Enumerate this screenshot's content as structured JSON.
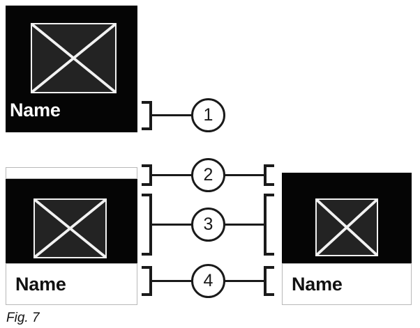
{
  "figure": {
    "caption": "Fig. 7",
    "callouts": [
      {
        "id": "1",
        "label": "1"
      },
      {
        "id": "2",
        "label": "2"
      },
      {
        "id": "3",
        "label": "3"
      },
      {
        "id": "4",
        "label": "4"
      }
    ]
  },
  "tiles": {
    "top_left": {
      "name_label": "Name",
      "thumbnail_icon": "crossed-box-placeholder-icon"
    },
    "bottom_left": {
      "name_label": "Name",
      "thumbnail_icon": "crossed-box-placeholder-icon"
    },
    "bottom_right": {
      "name_label": "Name",
      "thumbnail_icon": "crossed-box-placeholder-icon"
    }
  },
  "colors": {
    "tile_background": "#050505",
    "thumbnail_fill": "#232323",
    "thumbnail_stroke": "#f2f2f2",
    "line": "#1a1a1a",
    "panel_border": "#b8b8b8"
  }
}
